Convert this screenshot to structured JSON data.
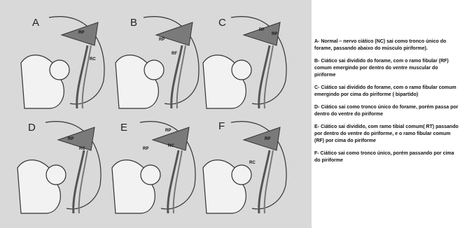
{
  "panels": [
    {
      "letter": "A",
      "labels": [
        "RP",
        "RC"
      ]
    },
    {
      "letter": "B",
      "labels": [
        "RP",
        "RF"
      ]
    },
    {
      "letter": "C",
      "labels": [
        "RP",
        "RF"
      ]
    },
    {
      "letter": "D",
      "labels": [
        "RP",
        "RC"
      ]
    },
    {
      "letter": "E",
      "labels": [
        "RP",
        "RP",
        "RC"
      ]
    },
    {
      "letter": "F",
      "labels": [
        "RP",
        "RC"
      ]
    }
  ],
  "legend": [
    "A- Normal – nervo ciático (NC) sai como tronco único do forame, passando abaixo do músculo piriforme).",
    "B- Ciático sai dividido do forame, com o ramo fibular (RF) comum emergindo por dentro do ventre muscular do piriforme",
    "C- Ciático sai dividido do forame, com o ramo fibular comum emergindo por cima do piriforme ( bipartido)",
    "D- Ciático sai como tronco único do forame, porém passa por dentro do ventre do piriforme",
    "E- Ciático sai dividido, com ramo tibial comum( RT) passando por dentro do ventre do piriforme, e o ramo fibular comum (RF) por cima do piriforme",
    "F- Ciático sai como tronco único, porém passando por cima do piriforme"
  ],
  "colors": {
    "muscle": "#7a7a7a",
    "line": "#333333",
    "background": "#d9d9d9"
  }
}
